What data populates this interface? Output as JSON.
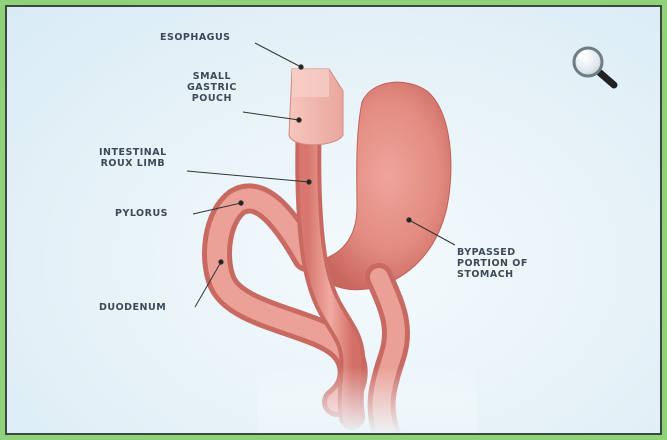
{
  "labels": {
    "esophagus": "ESOPHAGUS",
    "pouch": "SMALL\nGASTRIC\nPOUCH",
    "roux": "INTESTINAL\nROUX LIMB",
    "pylorus": "PYLORUS",
    "duodenum": "DUODENUM",
    "bypassed": "BYPASSED\nPORTION OF\nSTOMACH"
  },
  "icons": {
    "zoom": "magnifier-icon"
  },
  "colors": {
    "frame": "#8fd07a",
    "tissue": "#e29288",
    "tissue_dark": "#c96a62",
    "label_text": "#3c4a58"
  }
}
